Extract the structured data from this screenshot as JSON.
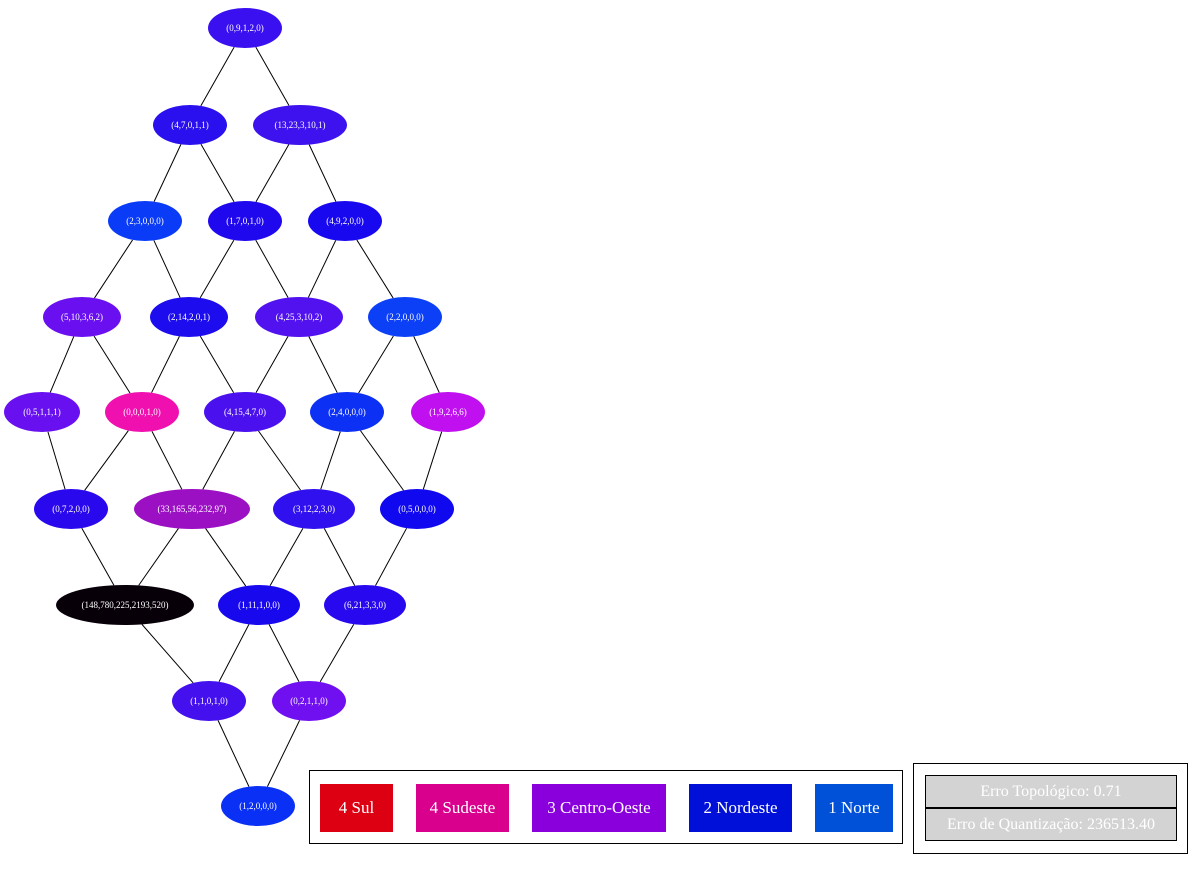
{
  "graph": {
    "nodes": [
      {
        "id": "n1",
        "label": "(0,9,1,2,0)",
        "color": "#3a10f0"
      },
      {
        "id": "n2",
        "label": "(4,7,0,1,1)",
        "color": "#2a10ee"
      },
      {
        "id": "n3",
        "label": "(13,23,3,10,1)",
        "color": "#3e12ee"
      },
      {
        "id": "n4",
        "label": "(2,3,0,0,0)",
        "color": "#0a3cf8"
      },
      {
        "id": "n5",
        "label": "(1,7,0,1,0)",
        "color": "#2008ee"
      },
      {
        "id": "n6",
        "label": "(4,9,2,0,0)",
        "color": "#1808f0"
      },
      {
        "id": "n7",
        "label": "(5,10,3,6,2)",
        "color": "#6a10f0"
      },
      {
        "id": "n8",
        "label": "(2,14,2,0,1)",
        "color": "#1c0cee"
      },
      {
        "id": "n9",
        "label": "(4,25,3,10,2)",
        "color": "#5212f0"
      },
      {
        "id": "n10",
        "label": "(2,2,0,0,0)",
        "color": "#0c40f6"
      },
      {
        "id": "n11",
        "label": "(0,5,1,1,1)",
        "color": "#6810f0"
      },
      {
        "id": "n12",
        "label": "(0,0,0,1,0)",
        "color": "#f010b0"
      },
      {
        "id": "n13",
        "label": "(4,15,4,7,0)",
        "color": "#4a10ee"
      },
      {
        "id": "n14",
        "label": "(2,4,0,0,0)",
        "color": "#0c30f4"
      },
      {
        "id": "n15",
        "label": "(1,9,2,6,6)",
        "color": "#c010f0"
      },
      {
        "id": "n16",
        "label": "(0,7,2,0,0)",
        "color": "#2a08ee"
      },
      {
        "id": "n17",
        "label": "(33,165,56,232,97)",
        "color": "#9c10c4"
      },
      {
        "id": "n18",
        "label": "(3,12,2,3,0)",
        "color": "#3010ee"
      },
      {
        "id": "n19",
        "label": "(0,5,0,0,0)",
        "color": "#1008ee"
      },
      {
        "id": "n20",
        "label": "(148,780,225,2193,520)",
        "color": "#080008"
      },
      {
        "id": "n21",
        "label": "(1,11,1,0,0)",
        "color": "#1808ee"
      },
      {
        "id": "n22",
        "label": "(6,21,3,3,0)",
        "color": "#2808ee"
      },
      {
        "id": "n23",
        "label": "(1,1,0,1,0)",
        "color": "#4410ee"
      },
      {
        "id": "n24",
        "label": "(0,2,1,1,0)",
        "color": "#7010f0"
      },
      {
        "id": "n25",
        "label": "(1,2,0,0,0)",
        "color": "#0a30f6"
      }
    ],
    "edges": [
      [
        "n1",
        "n2"
      ],
      [
        "n1",
        "n3"
      ],
      [
        "n2",
        "n4"
      ],
      [
        "n2",
        "n5"
      ],
      [
        "n3",
        "n5"
      ],
      [
        "n3",
        "n6"
      ],
      [
        "n4",
        "n7"
      ],
      [
        "n4",
        "n8"
      ],
      [
        "n5",
        "n8"
      ],
      [
        "n5",
        "n9"
      ],
      [
        "n6",
        "n9"
      ],
      [
        "n6",
        "n10"
      ],
      [
        "n7",
        "n11"
      ],
      [
        "n7",
        "n12"
      ],
      [
        "n8",
        "n12"
      ],
      [
        "n8",
        "n13"
      ],
      [
        "n9",
        "n13"
      ],
      [
        "n9",
        "n14"
      ],
      [
        "n10",
        "n14"
      ],
      [
        "n10",
        "n15"
      ],
      [
        "n11",
        "n16"
      ],
      [
        "n12",
        "n16"
      ],
      [
        "n12",
        "n17"
      ],
      [
        "n13",
        "n17"
      ],
      [
        "n13",
        "n18"
      ],
      [
        "n14",
        "n18"
      ],
      [
        "n14",
        "n19"
      ],
      [
        "n15",
        "n19"
      ],
      [
        "n16",
        "n20"
      ],
      [
        "n17",
        "n20"
      ],
      [
        "n17",
        "n21"
      ],
      [
        "n18",
        "n21"
      ],
      [
        "n18",
        "n22"
      ],
      [
        "n19",
        "n22"
      ],
      [
        "n20",
        "n23"
      ],
      [
        "n21",
        "n23"
      ],
      [
        "n21",
        "n24"
      ],
      [
        "n22",
        "n24"
      ],
      [
        "n23",
        "n25"
      ],
      [
        "n24",
        "n25"
      ]
    ]
  },
  "legend": {
    "items": [
      {
        "label": "4 Sul",
        "color": "#dc0012"
      },
      {
        "label": "4 Sudeste",
        "color": "#d8008c"
      },
      {
        "label": "3 Centro-Oeste",
        "color": "#8a00dc"
      },
      {
        "label": "2 Nordeste",
        "color": "#0010d8"
      },
      {
        "label": "1 Norte",
        "color": "#0050d8"
      }
    ]
  },
  "errors": {
    "topological": "Erro Topológico: 0.71",
    "quantization": "Erro de Quantização: 236513.40"
  }
}
